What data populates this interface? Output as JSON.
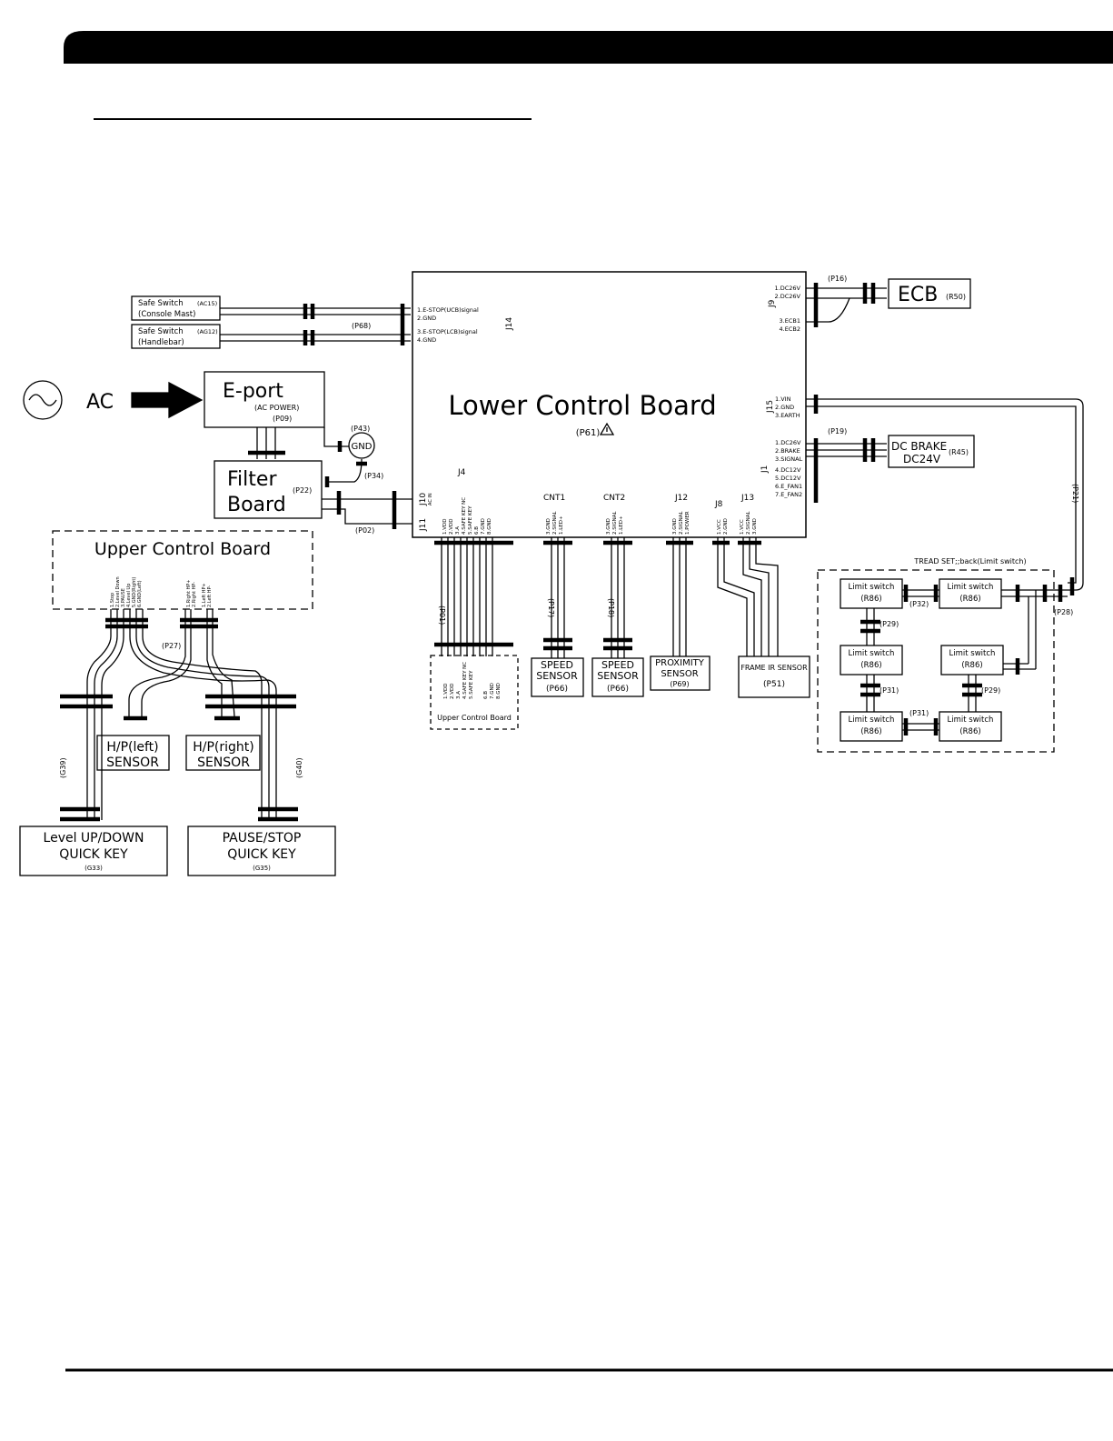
{
  "lcb": {
    "title": "Lower Control Board",
    "code": "(P61)",
    "j14": {
      "name": "J14",
      "pins": [
        "1.E-STOP(UCB)signal",
        "2.GND",
        "3.E-STOP(LCB)signal",
        "4.GND"
      ]
    },
    "j9": {
      "name": "J9",
      "pins": [
        "1.DC26V",
        "2.DC26V",
        "3.ECB1",
        "4.ECB2"
      ]
    },
    "j15": {
      "name": "J15",
      "pins": [
        "1.VIN",
        "2.GND",
        "3.EARTH"
      ]
    },
    "j1": {
      "name": "J1",
      "pins": [
        "1.DC26V",
        "2.BRAKE",
        "3.SIGNAL",
        "4.DC12V",
        "5.DC12V",
        "6.E_FAN1",
        "7.E_FAN2"
      ]
    },
    "j10": {
      "name": "J10",
      "sub": "AC IN"
    },
    "j11": {
      "name": "J11"
    },
    "j4": {
      "name": "J4",
      "pins": [
        "1.VDD",
        "2.VDD",
        "3.A",
        "4.SAFE KEY NC",
        "5.SAFE KEY",
        "6.B",
        "7.GND",
        "8.GND"
      ]
    },
    "cnt1": {
      "name": "CNT1",
      "pins": [
        "3.GND",
        "2.SIGNAL",
        "1.LED+"
      ]
    },
    "cnt2": {
      "name": "CNT2",
      "pins": [
        "3.GND",
        "2.SIGNAL",
        "1.LED+"
      ]
    },
    "j12": {
      "name": "J12",
      "pins": [
        "3.GND",
        "2.SIGNAL",
        "1.POWER"
      ]
    },
    "j8": {
      "name": "J8",
      "pins": [
        "1.VCC",
        "2.GND"
      ]
    },
    "j13": {
      "name": "J13",
      "pins": [
        "1.VCC",
        "2.SIGNAL",
        "3.GND"
      ]
    }
  },
  "safe_switch_1": {
    "line1": "Safe Switch",
    "code": "(AC15)",
    "line2": "(Console Mast)"
  },
  "safe_switch_2": {
    "line1": "Safe Switch",
    "code": "(AG12)",
    "line2": "(Handlebar)"
  },
  "p68": "(P68)",
  "ac": {
    "label": "AC"
  },
  "eport": {
    "title": "E-port",
    "sub": "(AC POWER)",
    "code": "(P09)"
  },
  "gnd": {
    "label": "GND",
    "code_top": "(P43)",
    "code_bottom": "(P34)"
  },
  "filter": {
    "line1": "Filter",
    "line2": "Board",
    "code": "(P22)"
  },
  "p02": "(P02)",
  "ecb": {
    "label": "ECB",
    "code": "(R50)",
    "wire": "(P16)"
  },
  "brake": {
    "line1": "DC BRAKE",
    "line2": "DC24V",
    "code": "(R45)",
    "wire": "(P19)"
  },
  "p21": "(P21)",
  "ucb": {
    "title": "Upper Control Board",
    "pins_left": [
      "1.Stop",
      "2.Level Down",
      "3.PAUSE",
      "4.Level Up",
      "5.GND(Right)",
      "6.GND(Left)"
    ],
    "pins_right_a": [
      "1.Right HP+",
      "2.Right HP-"
    ],
    "pins_right_b": [
      "1.Left HP+",
      "2.Left HP-"
    ],
    "p27": "(P27)"
  },
  "hp_left": {
    "line1": "H/P(left)",
    "line2": "SENSOR"
  },
  "hp_right": {
    "line1": "H/P(right)",
    "line2": "SENSOR"
  },
  "g39": "(G39)",
  "g40": "(G40)",
  "level_key": {
    "line1": "Level UP/DOWN",
    "line2": "QUICK KEY",
    "code": "(G33)"
  },
  "pause_key": {
    "line1": "PAUSE/STOP",
    "line2": "QUICK KEY",
    "code": "(G35)"
  },
  "p01": "(P01)",
  "ucb_small": {
    "title": "Upper Control Board",
    "pins_a": [
      "1.VDD",
      "2.VDD",
      "3.A",
      "4.SAFE KEY NC",
      "5.SAFE KEY"
    ],
    "pins_b": [
      "6.B",
      "7.GND",
      "8.GND"
    ]
  },
  "p17": "(P17)",
  "p18": "(P18)",
  "speed1": {
    "line1": "SPEED",
    "line2": "SENSOR",
    "code": "(P66)"
  },
  "speed2": {
    "line1": "SPEED",
    "line2": "SENSOR",
    "code": "(P66)"
  },
  "prox": {
    "line1": "PROXIMITY",
    "line2": "SENSOR",
    "code": "(P69)"
  },
  "frame": {
    "line1": "FRAME IR SENSOR",
    "code": "(P51)"
  },
  "tread": {
    "title": "TREAD SET;;back(Limit switch)",
    "switch_label": "Limit switch",
    "switch_code": "(R86)",
    "p32": "(P32)",
    "p28": "(P28)",
    "p29": "(P29)",
    "p31": "(P31)"
  }
}
